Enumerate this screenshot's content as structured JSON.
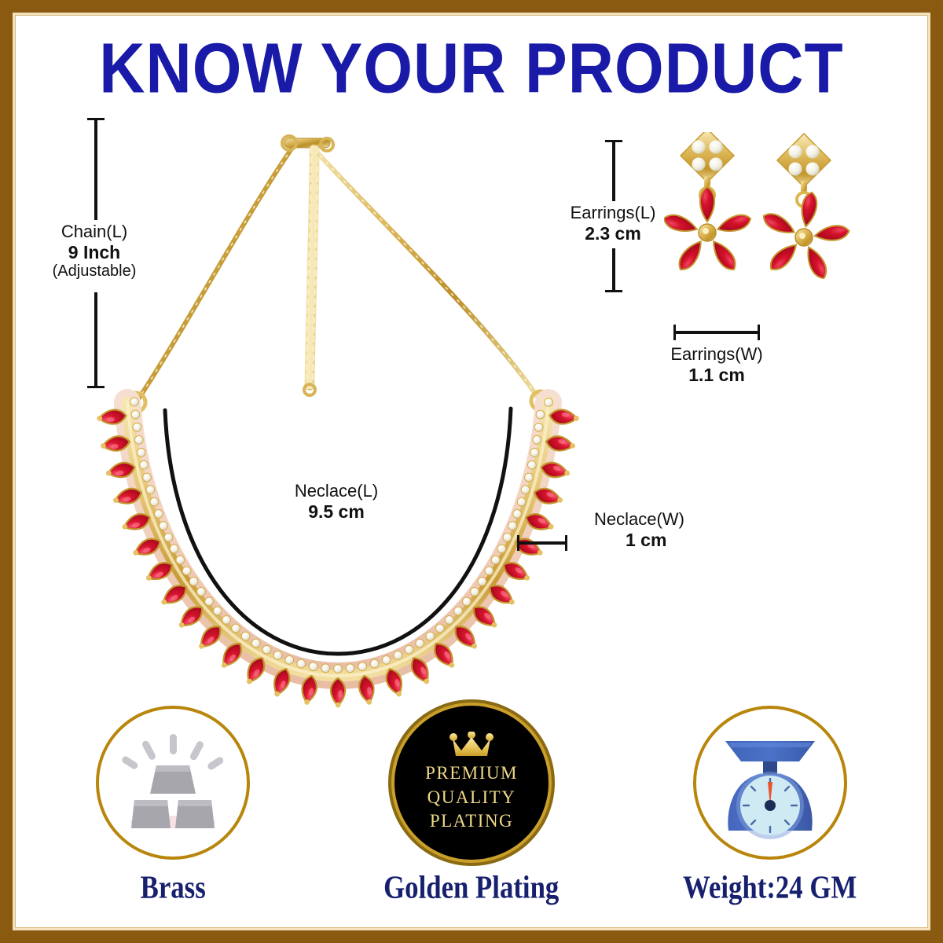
{
  "page": {
    "title": "KNOW YOUR PRODUCT",
    "title_color": "#1a1aa8",
    "frame_color": "#8a5a10",
    "background": "#ffffff"
  },
  "measurements": [
    {
      "id": "chain-length",
      "label": "Chain(L)",
      "value": "9 Inch",
      "note": "(Adjustable)",
      "orientation": "vertical"
    },
    {
      "id": "earrings-length",
      "label": "Earrings(L)",
      "value": "2.3 cm",
      "note": "",
      "orientation": "vertical"
    },
    {
      "id": "earrings-width",
      "label": "Earrings(W)",
      "value": "1.1 cm",
      "note": "",
      "orientation": "horizontal"
    },
    {
      "id": "necklace-length",
      "label": "Neclace(L)",
      "value": "9.5 cm",
      "note": "",
      "orientation": "arc"
    },
    {
      "id": "necklace-width",
      "label": "Neclace(W)",
      "value": "1 cm",
      "note": "",
      "orientation": "horizontal"
    }
  ],
  "badges": [
    {
      "id": "material",
      "icon": "gold-ingots-icon",
      "label": "Brass",
      "ring_color": "#b8860b"
    },
    {
      "id": "plating",
      "icon": "premium-quality-seal-icon",
      "label": "Golden Plating",
      "seal_lines": [
        "PREMIUM",
        "QUALITY",
        "PLATING"
      ],
      "seal_crown": "crown-icon",
      "seal_bg": "#000000",
      "seal_gold": "#f0d98a"
    },
    {
      "id": "weight",
      "icon": "weighing-scale-icon",
      "label": "Weight:24 GM",
      "ring_color": "#b8860b"
    }
  ],
  "product": {
    "necklace": {
      "name": "choker-necklace",
      "stone_color": "#d0102c",
      "stone_color_dark": "#a0071c",
      "metal_color": "#d9ab3f",
      "cz_color": "#fdfdf6",
      "stone_count": 29,
      "cz_count": 58
    },
    "earrings": {
      "name": "flower-drop-earrings",
      "petals": 5,
      "stud_stones": 4,
      "stone_color": "#cc0f2a",
      "metal_color": "#d9ab3f"
    }
  },
  "colors": {
    "title_blue": "#1a1aa8",
    "label_navy": "#17206e",
    "gold": "#b8860b",
    "red_stone": "#d0102c",
    "scale_blue": "#3f63b8",
    "scale_dial": "#cfeaf2",
    "ingot_gray": "#a6a6ac"
  }
}
